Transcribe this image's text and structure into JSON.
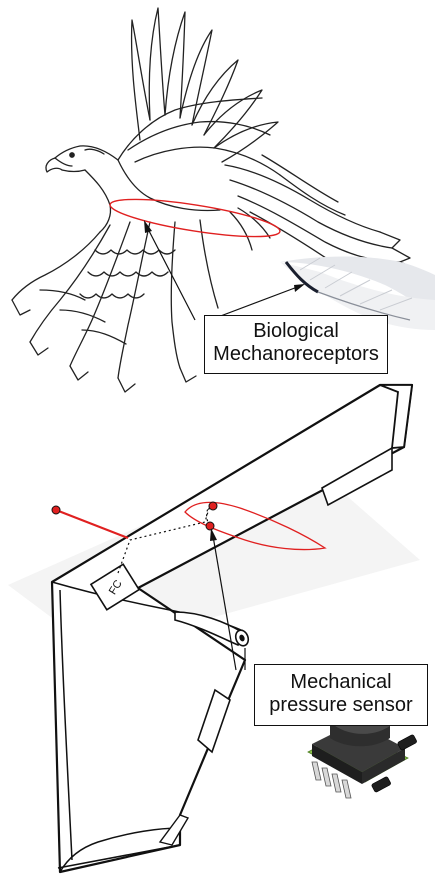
{
  "labels": {
    "biological": [
      "Biological",
      "Mechanoreceptors"
    ],
    "mechanical": [
      "Mechanical",
      "pressure sensor"
    ],
    "flight_controller": "FC"
  },
  "colors": {
    "ink": "#111111",
    "accent_red": "#e02020",
    "sensor_body": "#2a2a2a",
    "sensor_pcb": "#8bc34a"
  },
  "icons": [
    "eagle-illustration",
    "feather-photo",
    "flying-wing-drone",
    "pressure-sensor-chip"
  ]
}
